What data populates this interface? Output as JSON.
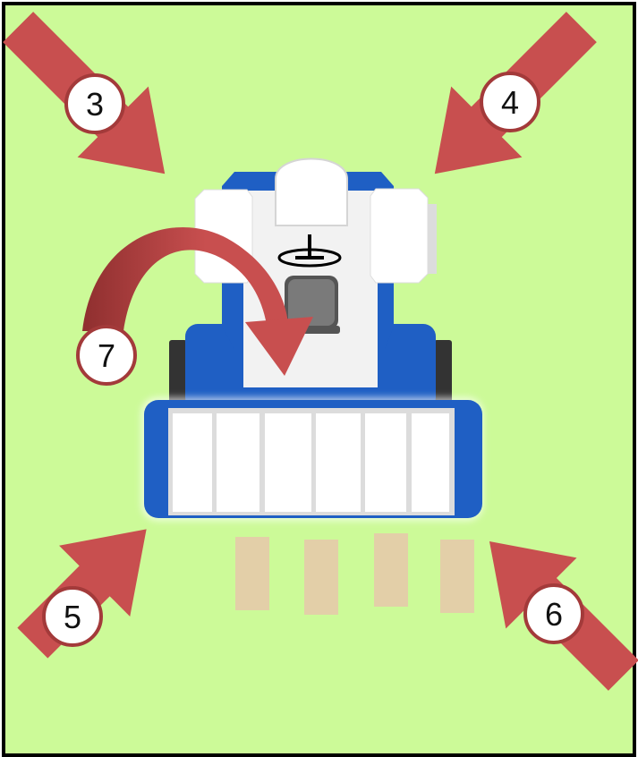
{
  "colors": {
    "field": "#ccfa98",
    "frame": "#000000",
    "arrow": "#c84f4f",
    "arrow_dark": "#8f2f2f",
    "harvester_blue": "#1f5fc4",
    "harvester_blue_light": "#3f83e6",
    "cab": "#f2f2f2",
    "white_panel": "#ffffff",
    "seat": "#7a7a7a",
    "straw": "#e3cfa8",
    "badge_fill": "#ffffff",
    "badge_stroke": "#a33a3a"
  },
  "markers": {
    "m3": "3",
    "m4": "4",
    "m5": "5",
    "m6": "6",
    "m7": "7"
  },
  "icons": {
    "steering": "steering-wheel-icon",
    "seat": "seat-icon"
  }
}
